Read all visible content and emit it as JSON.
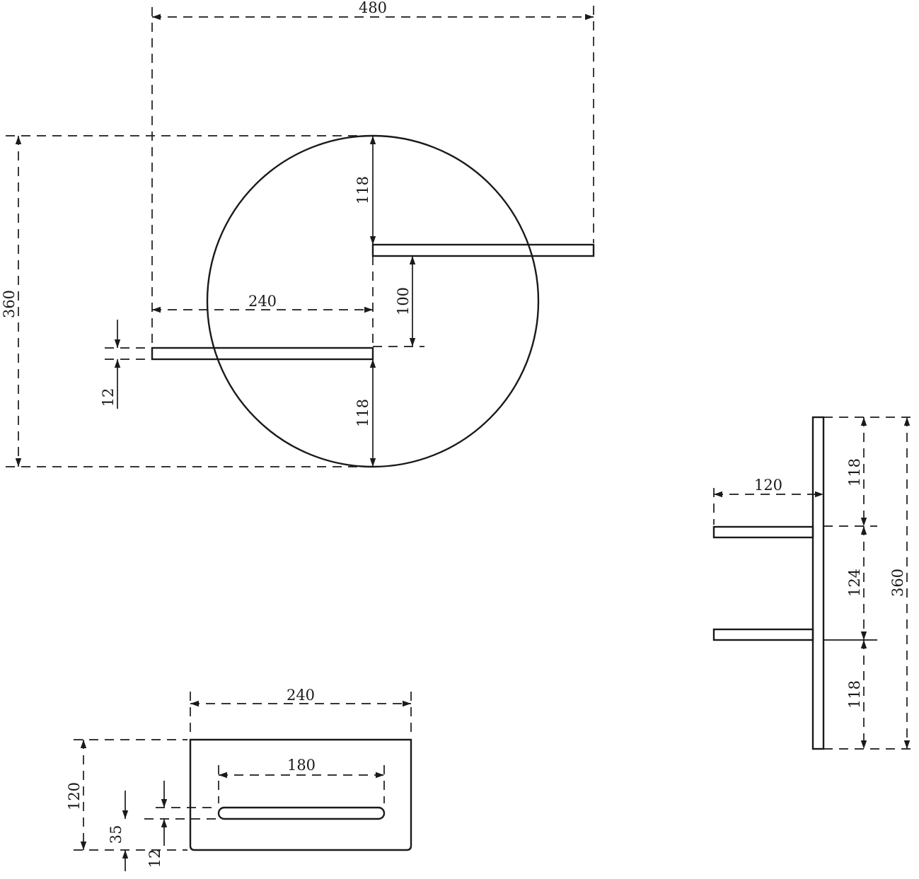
{
  "front_view": {
    "width_total": "480",
    "height_total": "360",
    "shelf_length": "240",
    "shelf_offset": "100",
    "thickness": "12",
    "top_gap": "118",
    "bottom_gap": "118"
  },
  "side_view": {
    "depth": "120",
    "top_gap": "118",
    "middle_gap": "124",
    "bottom_gap": "118",
    "height_total": "360"
  },
  "top_view": {
    "width": "240",
    "slot_length": "180",
    "depth": "120",
    "slot_offset": "35",
    "slot_width": "12"
  }
}
